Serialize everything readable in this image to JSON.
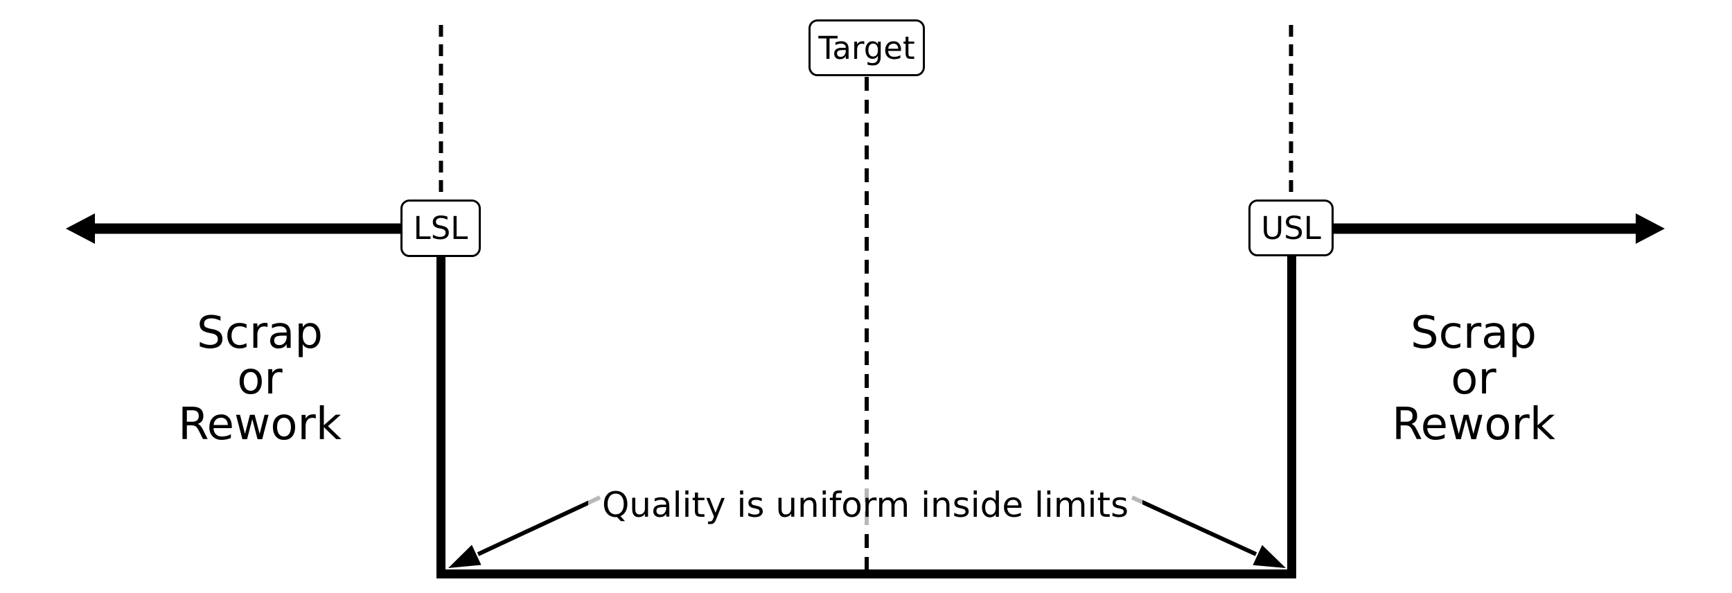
{
  "diagram": {
    "target_label": "Target",
    "lsl_label": "LSL",
    "usl_label": "USL",
    "left_region_label": "Scrap\nor\nRework",
    "right_region_label": "Scrap\nor\nRework",
    "annotation": "Quality is uniform inside limits",
    "colors": {
      "stroke": "#000000",
      "background": "#ffffff",
      "box_fill": "#ffffff"
    }
  }
}
